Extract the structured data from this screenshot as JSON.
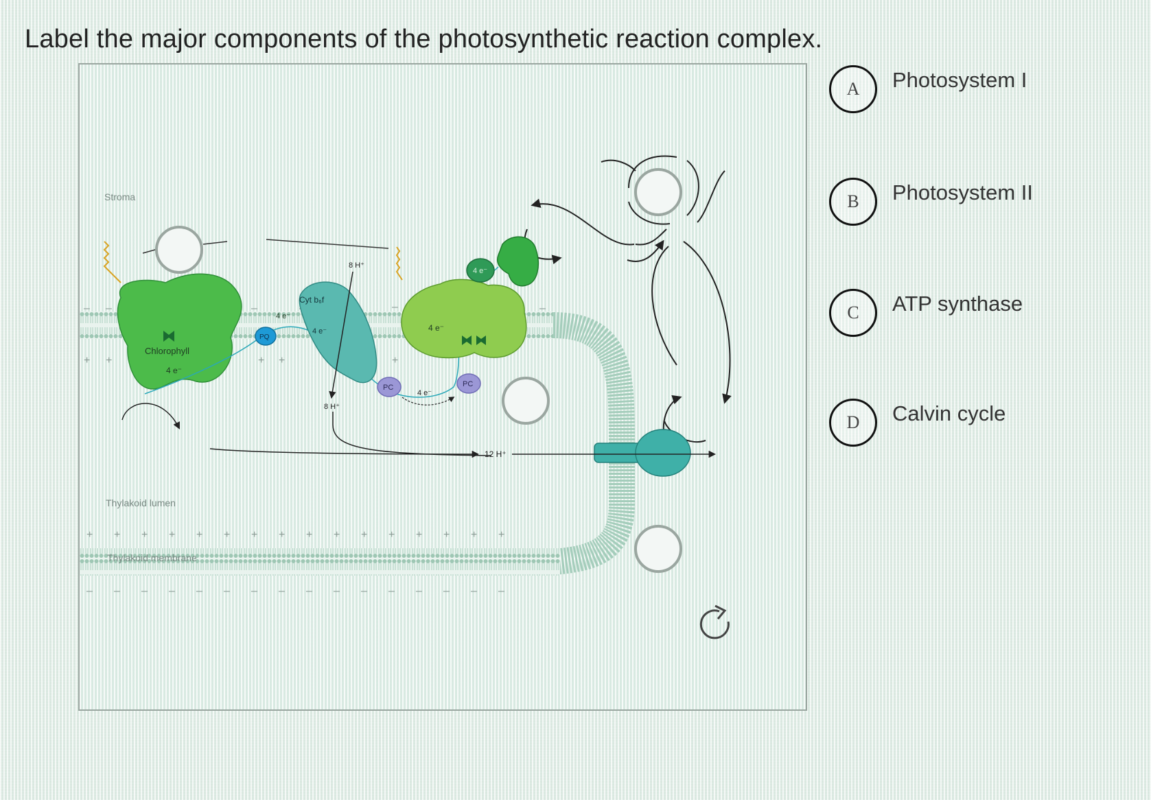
{
  "question": "Label the major components of the photosynthetic reaction complex.",
  "diagram": {
    "labels": {
      "stroma": "Stroma",
      "chlorophyll": "Chlorophyll",
      "psii_electrons": "4 e⁻",
      "pq": "PQ",
      "pq_electrons": "4 e⁻",
      "cyt": "Cyt b₆f",
      "cyt_electrons": "4 e⁻",
      "protons_top": "8 H⁺",
      "protons_bottom": "8 H⁺",
      "pc_left": "PC",
      "pc_right": "PC",
      "pc_electrons": "4 e⁻",
      "psi_electrons": "4 e⁻",
      "fd_electrons": "4 e⁻",
      "protons_gradient": "12 H⁺",
      "lumen": "Thylakoid lumen",
      "membrane": "Thylakoid membrane"
    },
    "colors": {
      "psii": "#4cbb4a",
      "cytb6f": "#5ab9b0",
      "psi": "#8fcc4f",
      "ferredoxin": "#2f9a57",
      "reductase": "#36ad45",
      "atp_synthase": "#3fb0a8",
      "pq": "#1e9ad6",
      "pc": "#9b97d6"
    },
    "icons": {
      "reset": "redo-arrow-icon"
    }
  },
  "options": [
    {
      "letter": "A",
      "label": "Photosystem I"
    },
    {
      "letter": "B",
      "label": "Photosystem II"
    },
    {
      "letter": "C",
      "label": "ATP synthase"
    },
    {
      "letter": "D",
      "label": "Calvin cycle"
    }
  ]
}
